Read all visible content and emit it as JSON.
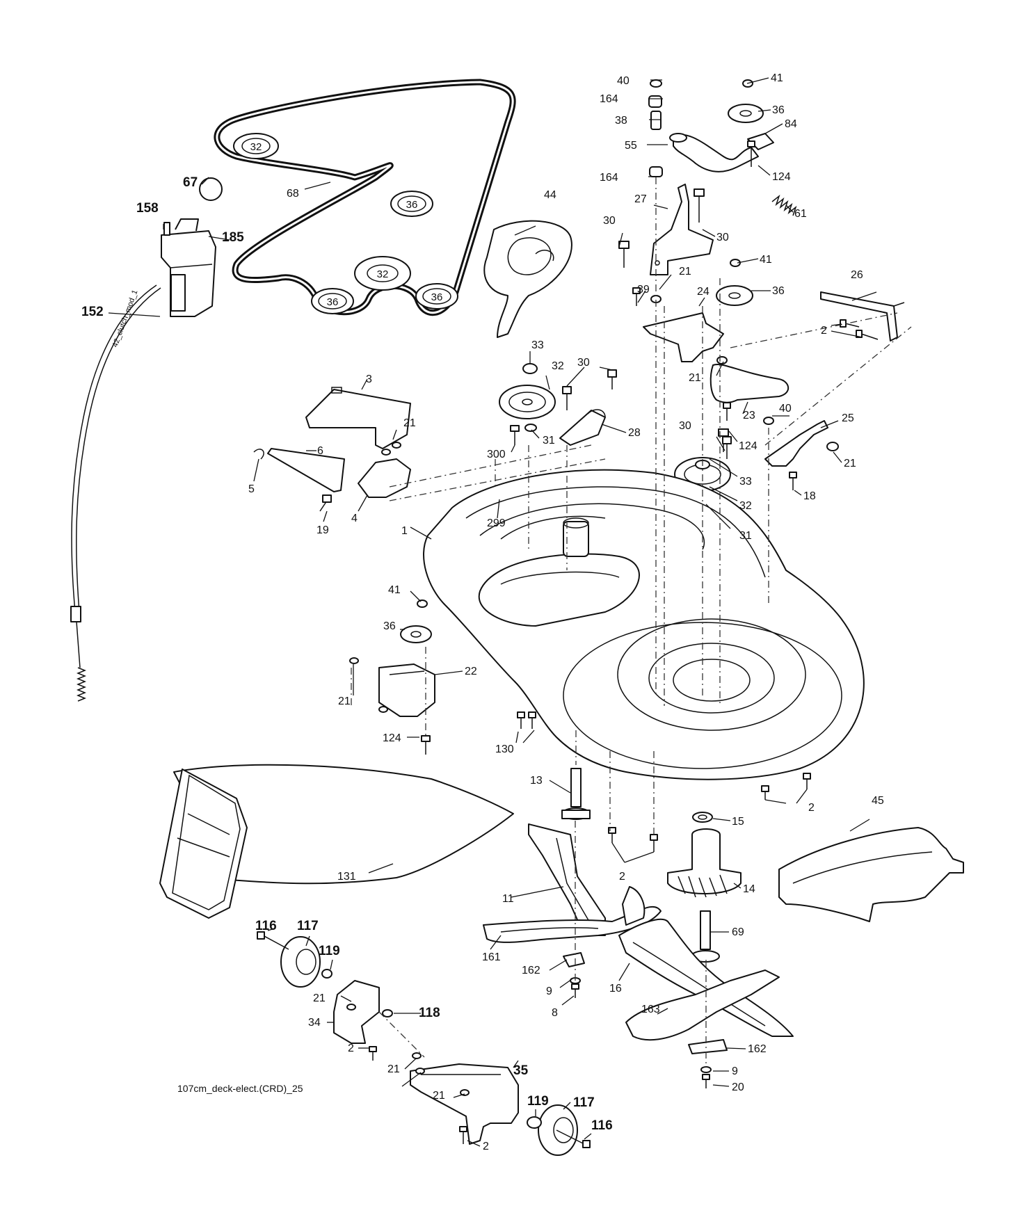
{
  "diagram": {
    "reference": "107cm_deck-elect.(CRD)_25",
    "cable_text": "42_clutch_mod_1",
    "belt_pulley_labels": [
      "32",
      "36",
      "32",
      "36",
      "36"
    ],
    "callouts_bold": [
      "67",
      "158",
      "185",
      "152",
      "117",
      "119",
      "118",
      "117",
      "119",
      "116",
      "116",
      "35"
    ],
    "callouts": [
      "40",
      "164",
      "38",
      "55",
      "164",
      "41",
      "36",
      "84",
      "124",
      "27",
      "61",
      "30",
      "30",
      "41",
      "36",
      "39",
      "21",
      "24",
      "21",
      "23",
      "124",
      "26",
      "2",
      "40",
      "25",
      "21",
      "18",
      "68",
      "44",
      "33",
      "32",
      "30",
      "28",
      "31",
      "300",
      "3",
      "21",
      "6",
      "5",
      "4",
      "19",
      "299",
      "1",
      "30",
      "33",
      "32",
      "31",
      "41",
      "36",
      "22",
      "21",
      "124",
      "130",
      "13",
      "15",
      "2",
      "45",
      "2",
      "14",
      "11",
      "69",
      "161",
      "162",
      "9",
      "8",
      "16",
      "163",
      "162",
      "9",
      "20",
      "131",
      "21",
      "34",
      "2",
      "21",
      "21",
      "2"
    ]
  }
}
